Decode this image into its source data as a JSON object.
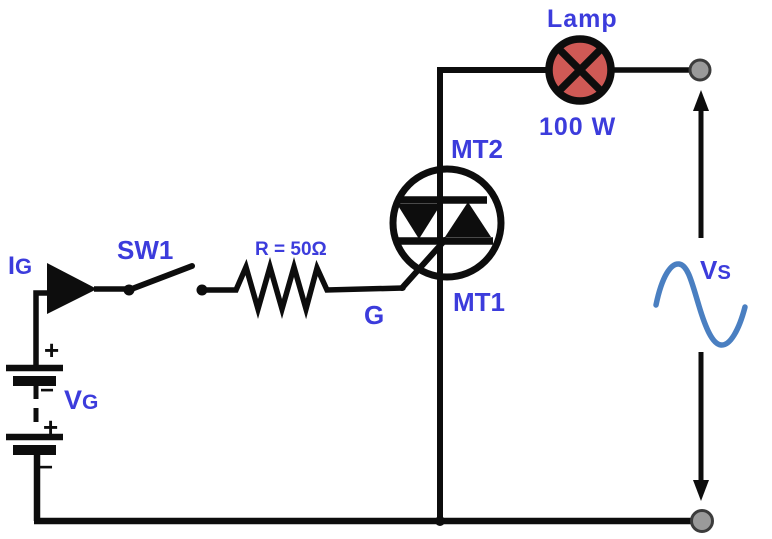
{
  "figure": {
    "type": "circuit-diagram",
    "description": "TRIAC switching circuit: gate battery VG with switch SW1 and 50 ohm resistor drives TRIAC gate; TRIAC (MT1/MT2) switches a 100 W lamp across AC supply VS"
  },
  "colors": {
    "label_blue": "#3c3cdc",
    "lamp_fill": "#cf5955",
    "sine_blue": "#4a7fc1",
    "terminal_fill": "#9a9a9a",
    "terminal_stroke": "#3c3c3c",
    "wire_black": "#0d0d0d"
  },
  "labels": {
    "lamp": "Lamp",
    "lamp_power": "100 W",
    "triac_mt2": "MT2",
    "triac_mt1": "MT1",
    "triac_gate": "G",
    "resistor": "R = 50Ω",
    "switch": "SW1",
    "gate_current": {
      "main": "I",
      "sub": "G"
    },
    "gate_battery": {
      "main": "V",
      "sub": "G"
    },
    "ac_supply": {
      "main": "V",
      "sub": "S"
    }
  },
  "battery": {
    "marks": [
      "+",
      "−",
      "+",
      "−"
    ]
  }
}
